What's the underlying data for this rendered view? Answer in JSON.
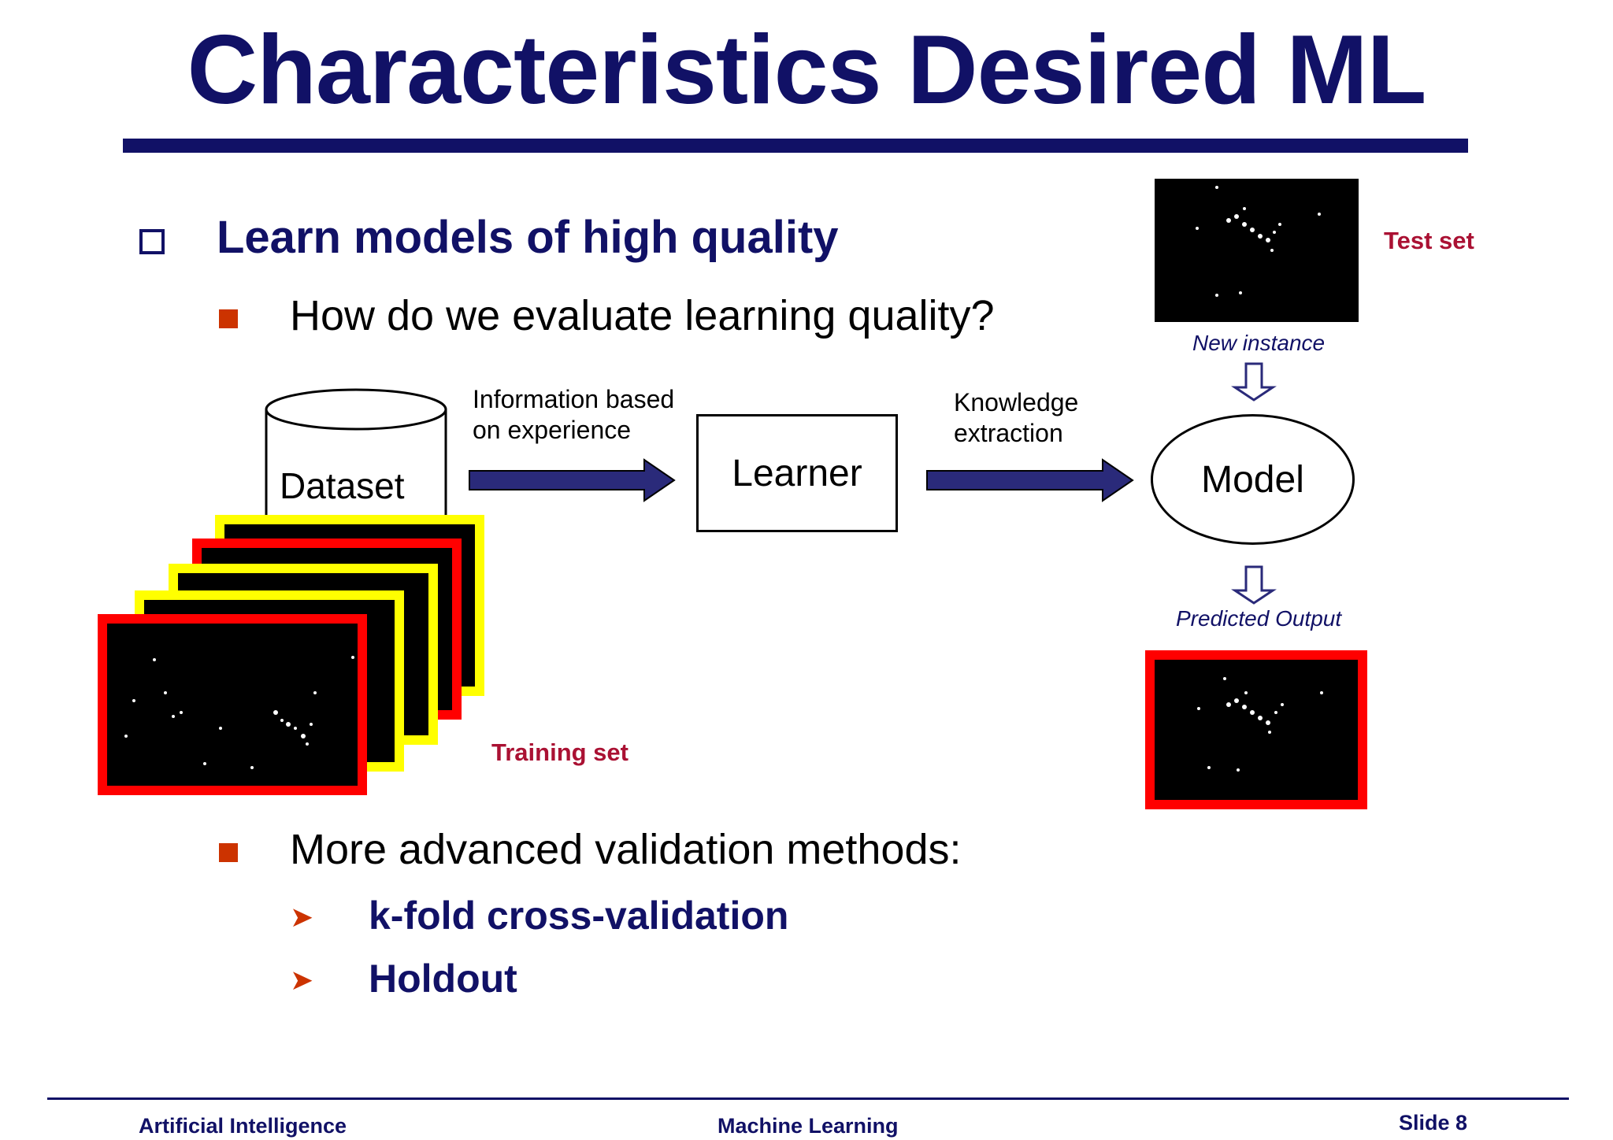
{
  "slide": {
    "title": "Characteristics Desired ML",
    "heading": "Learn models of high quality",
    "bullet_question": "How do we evaluate learning quality?",
    "bullet_methods": "More advanced validation methods:",
    "methods": [
      "k-fold cross-validation",
      "Holdout"
    ]
  },
  "diagram": {
    "dataset_label": "Dataset",
    "arrow1_label_line1": "Information based",
    "arrow1_label_line2": "on experience",
    "learner_label": "Learner",
    "arrow2_label_line1": "Knowledge",
    "arrow2_label_line2": "extraction",
    "model_label": "Model",
    "new_instance_label": "New instance",
    "predicted_output_label": "Predicted Output",
    "test_set_label": "Test set",
    "training_set_label": "Training set"
  },
  "footer": {
    "left": "Artificial Intelligence",
    "center": "Machine Learning",
    "right": "Slide 8"
  },
  "colors": {
    "navy": "#111166",
    "bullet_red": "#cc3300",
    "label_red": "#aa1133",
    "arrow_fill": "#2a2a7a",
    "frame_red": "#ff0000",
    "frame_yellow": "#ffff00"
  }
}
